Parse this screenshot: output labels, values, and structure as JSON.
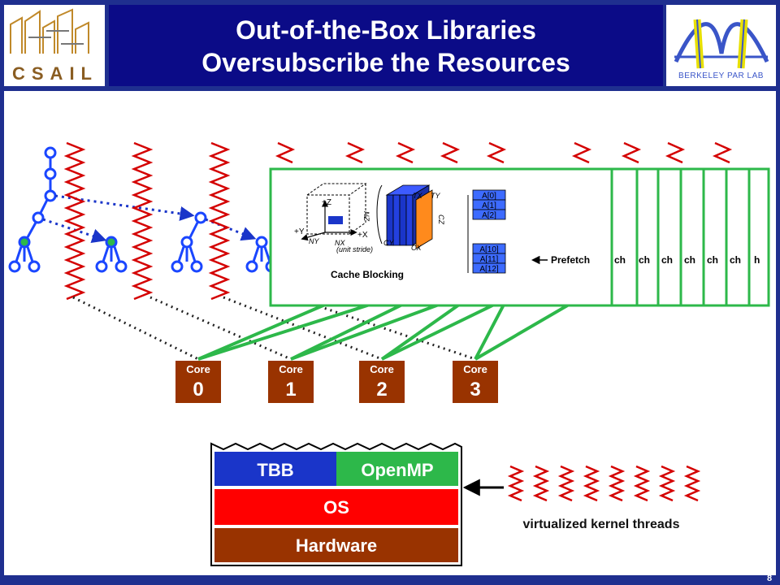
{
  "title": {
    "line1": "Out-of-the-Box Libraries",
    "line2": "Oversubscribe the Resources"
  },
  "logo_left": {
    "text": "CSAIL"
  },
  "logo_right": {
    "text": "BERKELEY PAR LAB"
  },
  "page_number": "8",
  "cores": [
    {
      "label": "Core",
      "number": "0"
    },
    {
      "label": "Core",
      "number": "1"
    },
    {
      "label": "Core",
      "number": "2"
    },
    {
      "label": "Core",
      "number": "3"
    }
  ],
  "cache_blocking": {
    "caption": "Cache Blocking",
    "axis_z": "+Z",
    "axis_y": "+Y",
    "axis_x": "+X",
    "label_nz": "NZ",
    "label_ny": "NY",
    "label_nx": "NX",
    "unit_stride": "(unit stride)",
    "label_tx": "TX",
    "label_ty": "TY",
    "label_cz": "CZ",
    "label_cy": "CY",
    "label_cx": "CX"
  },
  "array_cells": {
    "top": [
      "A[0]",
      "A[1]",
      "A[2]"
    ],
    "bottom": [
      "A[10]",
      "A[11]",
      "A[12]"
    ]
  },
  "prefetch": {
    "label": "Prefetch",
    "repeats": [
      "ch",
      "ch",
      "ch",
      "ch",
      "ch",
      "ch",
      "h"
    ]
  },
  "stack": {
    "tbb": "TBB",
    "openmp": "OpenMP",
    "os": "OS",
    "hardware": "Hardware"
  },
  "kernel_threads_label": "virtualized kernel threads",
  "colors": {
    "frame": "#1f2f8f",
    "title_bar": "#0b0b87",
    "core": "#993300",
    "thread_red": "#d40000",
    "green": "#2db84a",
    "blue": "#1a35c9",
    "red": "#ff0000",
    "brown": "#993300",
    "orange": "#ff8a1c",
    "node_blue": "#1a46ff"
  }
}
